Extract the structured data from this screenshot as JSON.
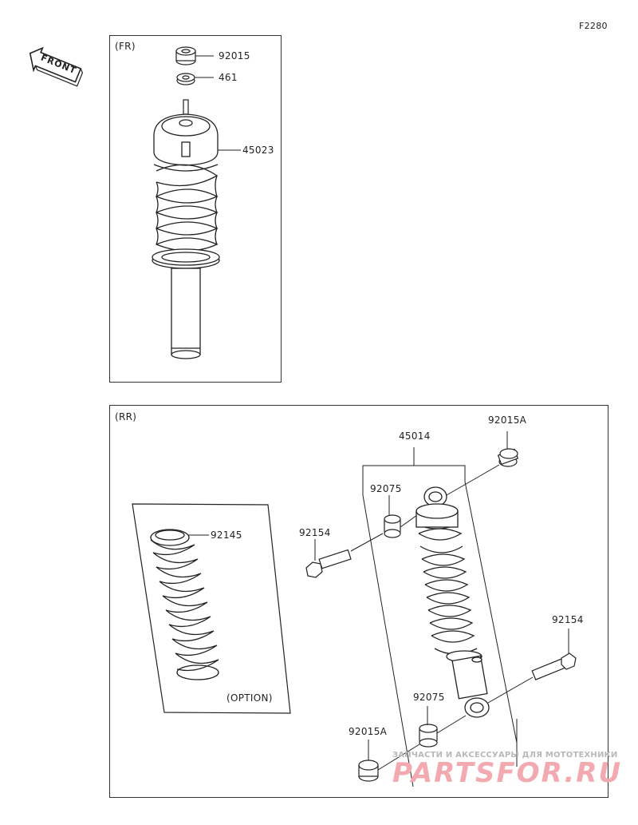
{
  "figure_code": "F2280",
  "front_label": "FRONT",
  "front_section": {
    "tag": "(FR)",
    "parts": {
      "nut": "92015",
      "washer": "461",
      "shock_assembly": "45023"
    }
  },
  "rear_section": {
    "tag": "(RR)",
    "parts": {
      "shock_assembly": "45014",
      "nut_top": "92015A",
      "bushing_top": "92075",
      "bolt_left": "92154",
      "spring_option": "92145",
      "bolt_right": "92154",
      "bushing_bottom": "92075",
      "nut_bottom": "92015A"
    },
    "option_label": "(OPTION)"
  },
  "watermark": {
    "top": "ЗАПЧАСТИ И АКСЕССУАРЫ ДЛЯ МОТОТЕХНИКИ",
    "brand": "PARTSFOR.RU"
  }
}
